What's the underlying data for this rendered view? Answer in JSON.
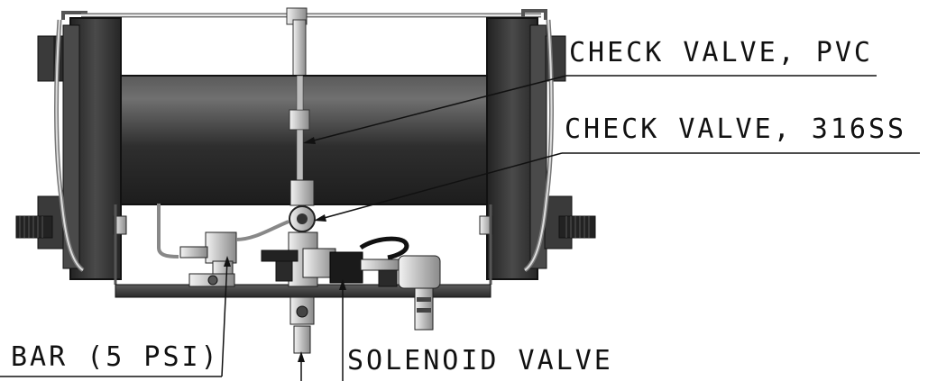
{
  "callouts": {
    "check_valve_pvc": "CHECK VALVE, PVC",
    "check_valve_316ss": "CHECK VALVE, 316SS",
    "regulator": "BAR (5 PSI)",
    "solenoid_valve": "SOLENOID VALVE"
  },
  "colors": {
    "line": "#111111",
    "cylinder_dark": "#2b2b2b",
    "cylinder_light": "#6a6a6a",
    "flange": "#3a3a3a",
    "frame": "#8a8a8a",
    "metal": "#cfcfcf"
  }
}
